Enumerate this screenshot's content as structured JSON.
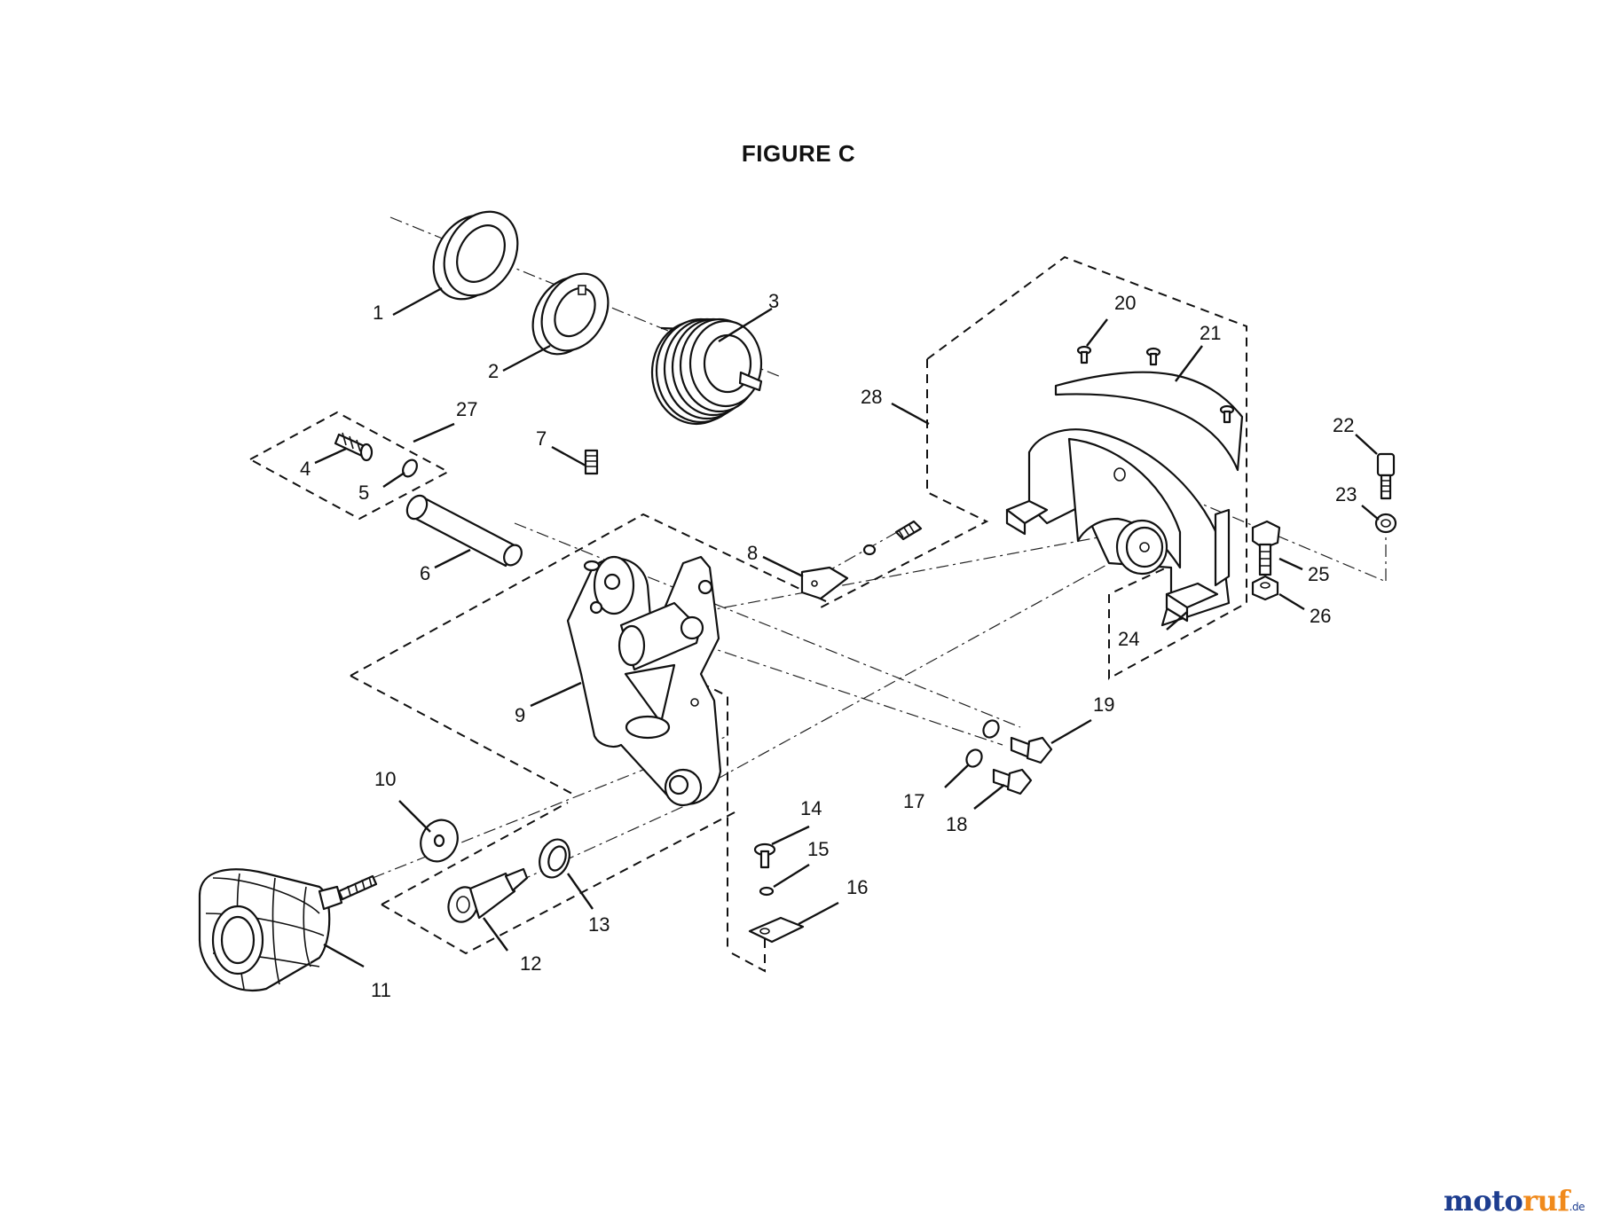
{
  "figure": {
    "title": "FIGURE C"
  },
  "callouts": [
    {
      "id": "1",
      "label": "1"
    },
    {
      "id": "2",
      "label": "2"
    },
    {
      "id": "3",
      "label": "3"
    },
    {
      "id": "4",
      "label": "4"
    },
    {
      "id": "5",
      "label": "5"
    },
    {
      "id": "6",
      "label": "6"
    },
    {
      "id": "7",
      "label": "7"
    },
    {
      "id": "8",
      "label": "8"
    },
    {
      "id": "9",
      "label": "9"
    },
    {
      "id": "10",
      "label": "10"
    },
    {
      "id": "11",
      "label": "11"
    },
    {
      "id": "12",
      "label": "12"
    },
    {
      "id": "13",
      "label": "13"
    },
    {
      "id": "14",
      "label": "14"
    },
    {
      "id": "15",
      "label": "15"
    },
    {
      "id": "16",
      "label": "16"
    },
    {
      "id": "17",
      "label": "17"
    },
    {
      "id": "18",
      "label": "18"
    },
    {
      "id": "19",
      "label": "19"
    },
    {
      "id": "20",
      "label": "20"
    },
    {
      "id": "21",
      "label": "21"
    },
    {
      "id": "22",
      "label": "22"
    },
    {
      "id": "23",
      "label": "23"
    },
    {
      "id": "24",
      "label": "24"
    },
    {
      "id": "25",
      "label": "25"
    },
    {
      "id": "26",
      "label": "26"
    },
    {
      "id": "27",
      "label": "27"
    },
    {
      "id": "28",
      "label": "28"
    }
  ],
  "watermark": {
    "part1": "moto",
    "part2": "ruf",
    "part3": ".de"
  }
}
